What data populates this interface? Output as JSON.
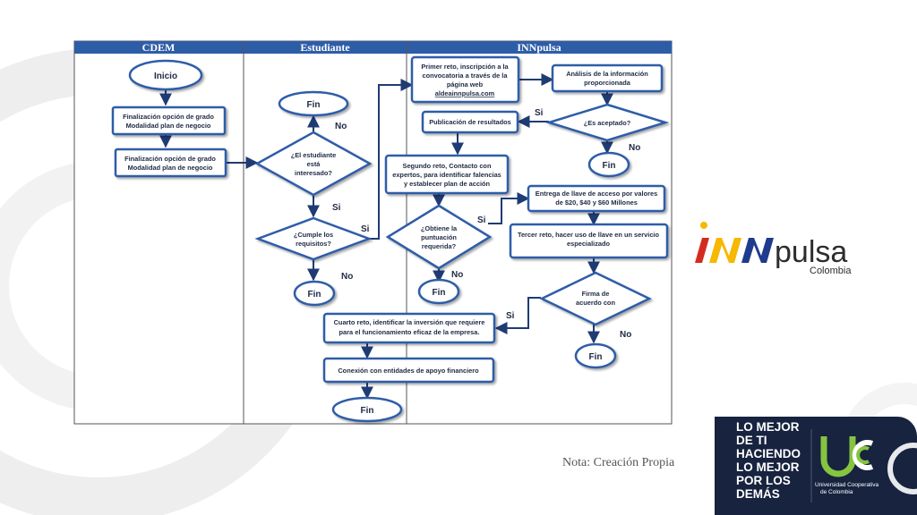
{
  "lanes": [
    "CDEM",
    "Estudiante",
    "INNpulsa"
  ],
  "nodes": {
    "inicio": "Inicio",
    "cdem_1": [
      "Finalización opción de grado",
      "Modalidad plan de negocio"
    ],
    "cdem_2": [
      "Finalización opción de grado",
      "Modalidad plan de negocio"
    ],
    "fin_est_top": "Fin",
    "d_interesado": [
      "¿El estudiante",
      "está",
      "interesado?"
    ],
    "d_requisitos": [
      "¿Cumple los",
      "requisitos?"
    ],
    "fin_est_bottom": "Fin",
    "reto1": [
      "Primer reto, inscripción a la",
      "convocatoria a través de la",
      "página web"
    ],
    "reto1_link": "aldeainnpulsa.com",
    "analisis": [
      "Análisis de la información",
      "proporcionada"
    ],
    "publicacion": "Publicación de resultados",
    "d_aceptado": "¿Es aceptado?",
    "fin_aceptado": "Fin",
    "reto2": [
      "Segundo reto, Contacto con",
      "expertos, para identificar falencias",
      "y establecer plan de acción"
    ],
    "d_puntuacion": [
      "¿Obtiene la",
      "puntuación",
      "requerida?"
    ],
    "fin_puntuacion": "Fin",
    "entrega_llave": [
      "Entrega de llave de acceso por valores",
      "de $20, $40 y $60 Millones"
    ],
    "reto3": [
      "Tercer reto, hacer uso de llave en un servicio",
      "especializado"
    ],
    "d_firma": [
      "Firma de",
      "acuerdo con"
    ],
    "fin_firma": "Fin",
    "reto4": [
      "Cuarto reto, identificar la inversión que requiere",
      "para el funcionamiento eficaz de la empresa."
    ],
    "conexion": "Conexión con entidades de apoyo financiero",
    "fin_final": "Fin"
  },
  "edge_labels": {
    "no_interesado": "No",
    "si_interesado": "Si",
    "si_requisitos": "Si",
    "no_requisitos": "No",
    "si_aceptado": "Si",
    "no_aceptado": "No",
    "si_puntuacion": "Si",
    "no_puntuacion": "No",
    "si_firma": "Si",
    "no_firma": "No"
  },
  "logos": {
    "innpulsa_text": "pulsa",
    "innpulsa_sub": "Colombia",
    "ucc_slogan": [
      "LO MEJOR",
      "DE TI",
      "HACIENDO",
      "LO MEJOR",
      "POR LOS",
      "DEMÁS"
    ],
    "ucc_name": [
      "Universidad Cooperativa",
      "de Colombia"
    ]
  },
  "note": "Nota: Creación Propia",
  "colors": {
    "lane_header": "#2e5da8",
    "node_border": "#2e5da8",
    "arrow": "#1f3b73",
    "ucc_bg": "#17233f",
    "ucc_accent": "#86c440",
    "inn_red": "#d52b1e",
    "inn_yellow": "#f6b800",
    "inn_blue": "#1f3b8f"
  }
}
